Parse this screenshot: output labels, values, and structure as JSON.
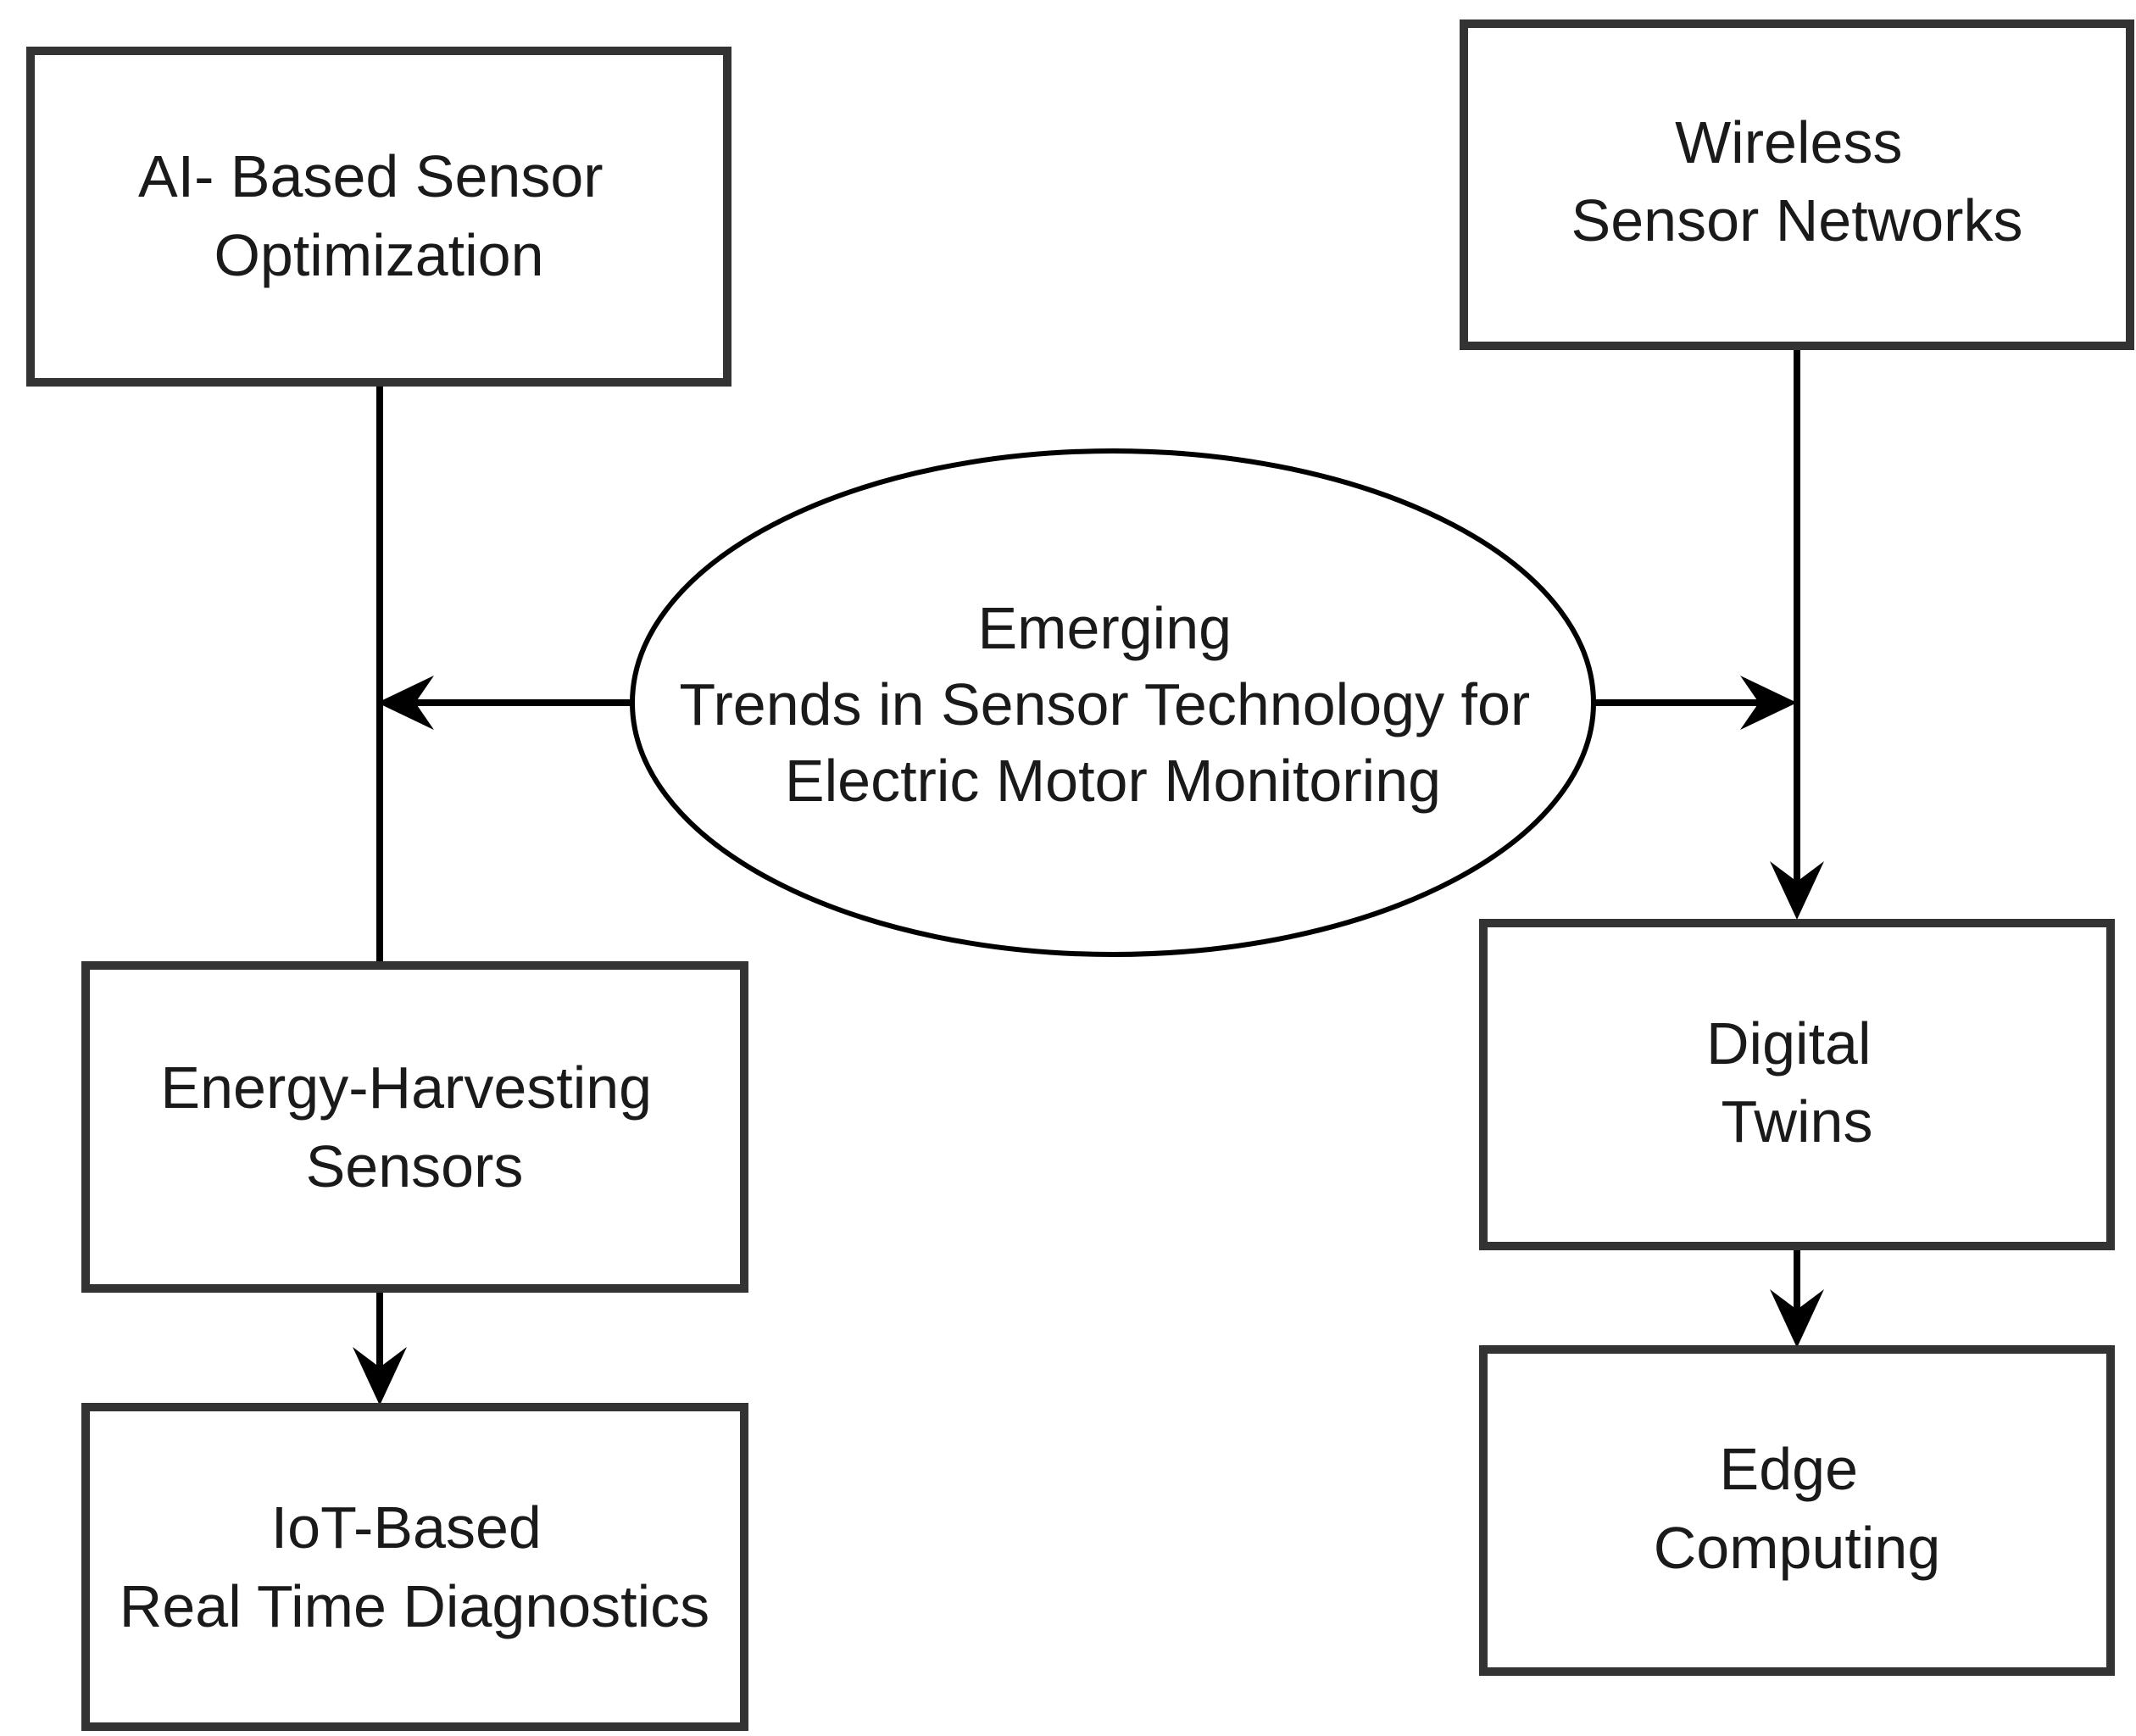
{
  "nodes": {
    "center": {
      "lines": [
        "Emerging",
        "Trends in Sensor Technology for",
        "Electric Motor Monitoring"
      ]
    },
    "ai_sensor": {
      "lines": [
        "AI- Based Sensor",
        "Optimization"
      ]
    },
    "wireless": {
      "lines": [
        "Wireless",
        "Sensor Networks"
      ]
    },
    "energy": {
      "lines": [
        "Energy-Harvesting",
        "Sensors"
      ]
    },
    "iot": {
      "lines": [
        "IoT-Based",
        "Real Time Diagnostics"
      ]
    },
    "digital_twins": {
      "lines": [
        "Digital",
        "Twins"
      ]
    },
    "edge": {
      "lines": [
        "Edge",
        "Computing"
      ]
    }
  },
  "colors": {
    "stroke": "#000000",
    "box_stroke": "#333333",
    "text": "#1a1a1a",
    "background": "#ffffff"
  }
}
